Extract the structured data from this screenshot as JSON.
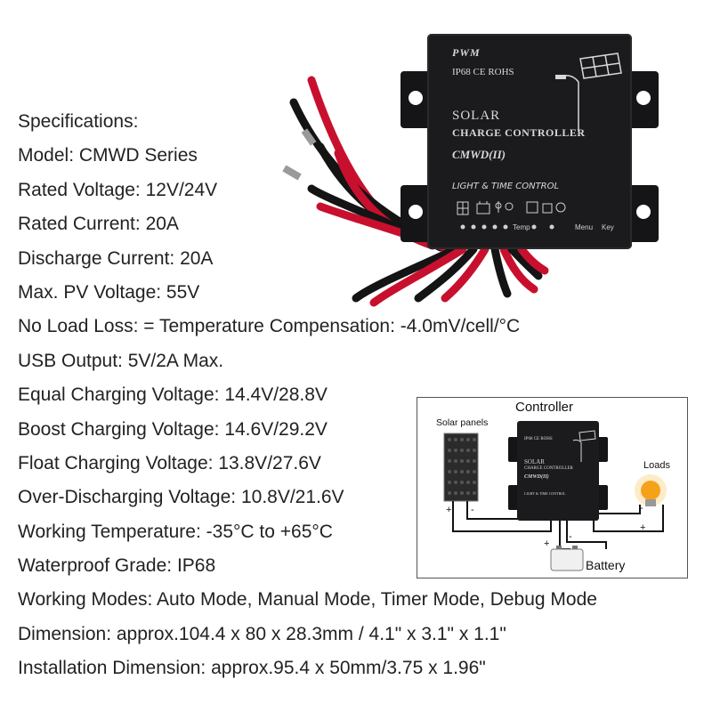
{
  "specs": [
    "Specifications:",
    "Model: CMWD Series",
    "Rated Voltage: 12V/24V",
    "Rated Current: 20A",
    "Discharge Current: 20A",
    "Max. PV Voltage: 55V",
    "No Load Loss: = Temperature Compensation: -4.0mV/cell/°C",
    "USB Output: 5V/2A Max.",
    "Equal Charging Voltage: 14.4V/28.8V",
    "Boost Charging Voltage: 14.6V/29.2V",
    "Float Charging Voltage: 13.8V/27.6V",
    "Over-Discharging Voltage: 10.8V/21.6V",
    "Working Temperature: -35°C to +65°C",
    "Waterproof Grade: IP68",
    "Working Modes: Auto Mode, Manual Mode, Timer Mode, Debug Mode",
    "Dimension: approx.104.4 x 80 x 28.3mm / 4.1\" x 3.1\" x 1.1\"",
    "Installation Dimension: approx.95.4 x 50mm/3.75 x 1.96\""
  ],
  "controller": {
    "brand": "PWM",
    "certs": "IP68 CE ROHS",
    "title": "SOLAR",
    "subtitle": "CHARGE CONTROLLER",
    "model": "CMWD(II)",
    "feature": "LIGHT & TIME CONTROL",
    "temp_label": "Temp",
    "menu_label": "Menu",
    "key_label": "Key"
  },
  "diagram": {
    "title": "Controller",
    "solar_label": "Solar panels",
    "loads_label": "Loads",
    "battery_label": "Battery",
    "plus": "+",
    "minus": "-",
    "mini_certs": "IP68 CE ROHS",
    "mini_solar": "SOLAR",
    "mini_charge": "CHARGE CONTROLLER",
    "mini_model": "CMWD(II)",
    "mini_feature": "LIGHT & TIME CONTROL"
  },
  "colors": {
    "wire_red": "#c8102e",
    "wire_black": "#141414",
    "controller_body": "#1b1b1d",
    "lamp": "#f5a21b"
  }
}
